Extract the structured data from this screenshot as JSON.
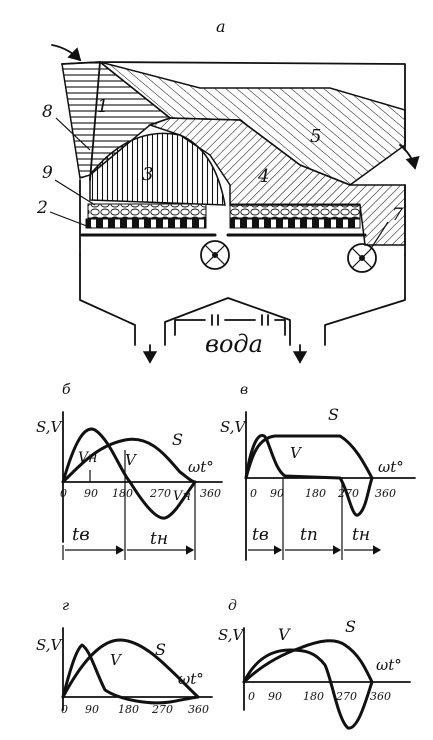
{
  "figure": {
    "top_panel": {
      "letter": "а",
      "zone_labels": [
        "1",
        "2",
        "3",
        "4",
        "5",
        "7",
        "8",
        "9"
      ],
      "water_label": "вода"
    },
    "small_plots": [
      {
        "id": "b",
        "letter": "б",
        "y_axis_label": "S,V",
        "x_axis_label": "ωt°",
        "x_ticks": [
          "0",
          "90",
          "180",
          "270",
          "360"
        ],
        "curve_labels": [
          "Vн",
          "V",
          "S",
          "Vн"
        ],
        "interval_labels": [
          "tв",
          "tн"
        ]
      },
      {
        "id": "v",
        "letter": "в",
        "y_axis_label": "S,V",
        "x_axis_label": "ωt°",
        "x_ticks": [
          "0",
          "90",
          "180",
          "270",
          "360"
        ],
        "curve_labels": [
          "S",
          "V"
        ],
        "interval_labels": [
          "tв",
          "tп",
          "tн"
        ]
      },
      {
        "id": "g",
        "letter": "г",
        "y_axis_label": "S,V",
        "x_axis_label": "ωt°",
        "x_ticks": [
          "0",
          "90",
          "180",
          "270",
          "360"
        ],
        "curve_labels": [
          "V",
          "S"
        ],
        "interval_labels": []
      },
      {
        "id": "d",
        "letter": "д",
        "y_axis_label": "S,V",
        "x_axis_label": "ωt°",
        "x_ticks": [
          "0",
          "90",
          "180",
          "270",
          "360"
        ],
        "curve_labels": [
          "V",
          "S"
        ],
        "interval_labels": []
      }
    ]
  }
}
